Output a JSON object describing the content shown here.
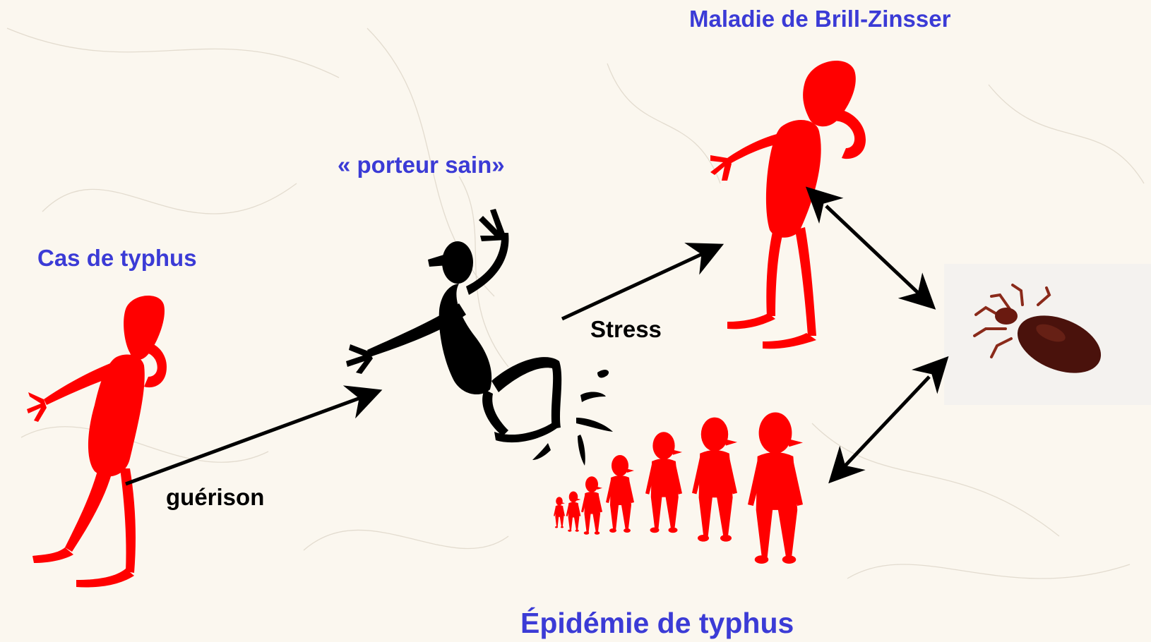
{
  "labels": {
    "cas_typhus": "Cas de typhus",
    "porteur_sain": "« porteur sain»",
    "brill_zinsser": "Maladie de Brill-Zinsser",
    "epidemie": "Épidémie de typhus",
    "guerison": "guérison",
    "stress": "Stress"
  },
  "colors": {
    "label_blue": "#3b3bd6",
    "figure_red": "#ff0000",
    "figure_black": "#000000",
    "arrow": "#000000",
    "louse": "#4a120c",
    "background": "#fbf7ef"
  },
  "icons": {
    "sick_figure": "sick-person-red",
    "carrier_figure": "jumping-person-black",
    "crowd": "crowd-of-red-people",
    "louse_photo": "louse-photo"
  }
}
